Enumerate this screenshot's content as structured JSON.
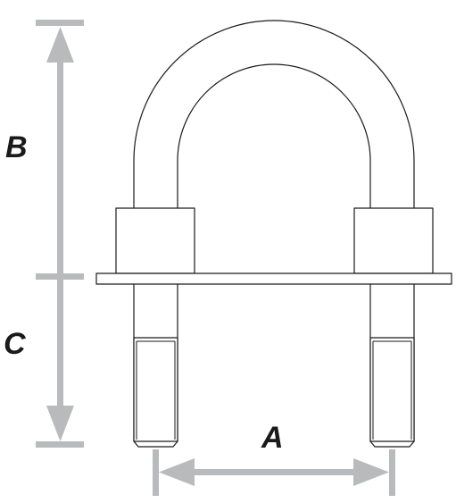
{
  "labels": {
    "a": "A",
    "b": "B",
    "c": "C"
  },
  "colors": {
    "outline": "#1a1a1a",
    "dimension": "#b8babb",
    "label": "#1a1a1a",
    "background": "#ffffff"
  },
  "icons": {
    "part": "u-bolt-icon"
  }
}
